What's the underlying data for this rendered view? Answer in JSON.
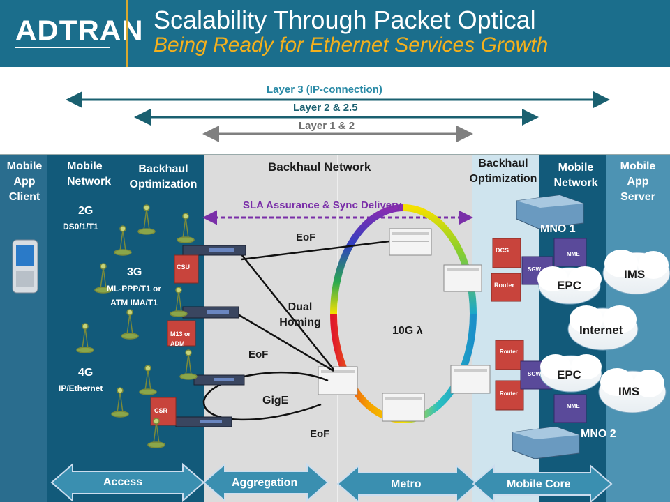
{
  "header": {
    "logo": "ADTRAN",
    "title": "Scalability Through Packet Optical",
    "subtitle": "Being Ready for Ethernet Services Growth"
  },
  "layers": {
    "l3": "Layer 3 (IP-connection)",
    "l2": "Layer 2 & 2.5",
    "l1": "Layer 1 & 2"
  },
  "columns": {
    "mobile_app_client": "Mobile\nApp\nClient",
    "mobile_network_left": "Mobile\nNetwork",
    "backhaul_opt_left": "Backhaul\nOptimization",
    "backhaul_network": "Backhaul Network",
    "backhaul_opt_right": "Backhaul\nOptimization",
    "mobile_network_right": "Mobile\nNetwork",
    "mobile_app_server": "Mobile\nApp\nServer"
  },
  "access_side": {
    "g2": "2G",
    "g2_sub": "DS0/1/T1",
    "g3": "3G",
    "g3_sub": "ML-PPP/T1 or\nATM IMA/T1",
    "g4": "4G",
    "g4_sub": "IP/Ethernet",
    "csu": "CSU",
    "m13": "M13 or\nADM",
    "csr": "CSR"
  },
  "backhaul": {
    "sla": "SLA Assurance & Sync Delivery",
    "eof_top": "EoF",
    "dual_homing": "Dual\nHoming",
    "eof_mid": "EoF",
    "gige": "GigE",
    "eof_bottom": "EoF",
    "ring": "10G λ"
  },
  "core": {
    "mno1": "MNO 1",
    "mno2": "MNO 2",
    "dcs": "DCS",
    "router_1": "Router",
    "router_2": "Router",
    "router_3": "Router",
    "sgw_1": "SGW",
    "sgw_2": "SGW",
    "mme_1": "MME",
    "mme_2": "MME",
    "epc_1": "EPC",
    "epc_2": "EPC",
    "ims_1": "IMS",
    "ims_2": "IMS",
    "internet": "Internet"
  },
  "segments": {
    "access": "Access",
    "aggregation": "Aggregation",
    "metro": "Metro",
    "mobile_core": "Mobile Core"
  },
  "colors": {
    "header_blue": "#1b6e8c",
    "accent_gold": "#f4b01c",
    "layer3_text": "#2a8aa6",
    "sla_purple": "#7a2fa8"
  }
}
